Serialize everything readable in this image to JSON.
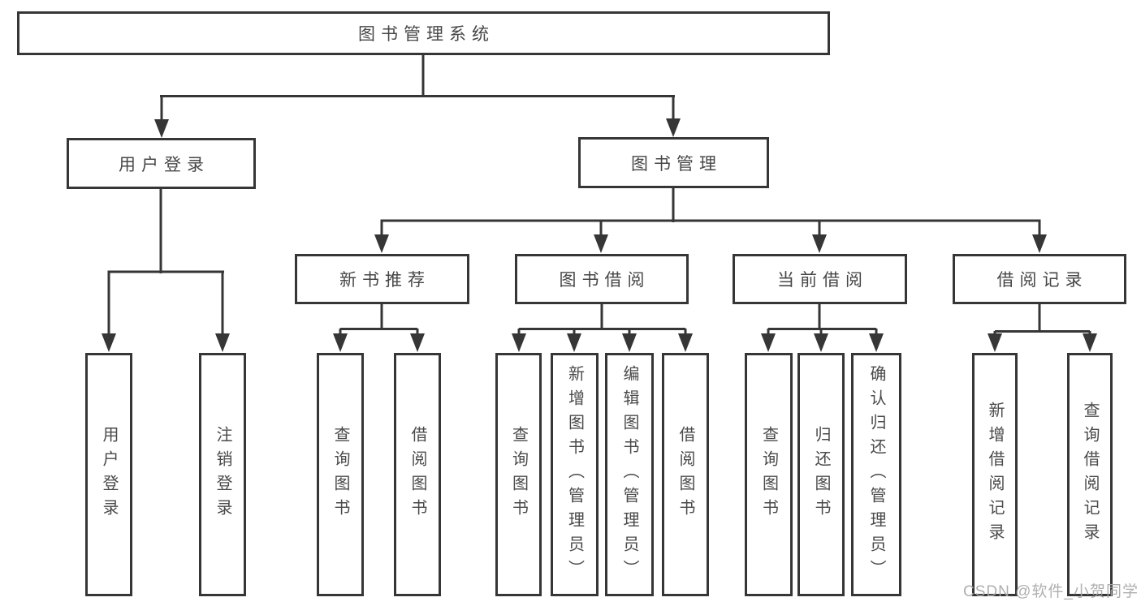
{
  "diagram": {
    "type": "hierarchy-tree",
    "colors": {
      "background": "#ffffff",
      "box_border": "#363636",
      "connector_line": "#363636",
      "box_text": "#4a4a4a",
      "watermark_text": "#a8a8a8"
    }
  },
  "tree": {
    "label": "图书管理系统",
    "children": [
      {
        "label": "用户登录",
        "children": [
          {
            "label": "用户登录"
          },
          {
            "label": "注销登录"
          }
        ]
      },
      {
        "label": "图书管理",
        "children": [
          {
            "label": "新书推荐",
            "children": [
              {
                "label": "查询图书"
              },
              {
                "label": "借阅图书"
              }
            ]
          },
          {
            "label": "图书借阅",
            "children": [
              {
                "label": "查询图书"
              },
              {
                "label": "新增图书（管理员）"
              },
              {
                "label": "编辑图书（管理员）"
              },
              {
                "label": "借阅图书"
              }
            ]
          },
          {
            "label": "当前借阅",
            "children": [
              {
                "label": "查询图书"
              },
              {
                "label": "归还图书"
              },
              {
                "label": "确认归还（管理员）"
              }
            ]
          },
          {
            "label": "借阅记录",
            "children": [
              {
                "label": "新增借阅记录"
              },
              {
                "label": "查询借阅记录"
              }
            ]
          }
        ]
      }
    ]
  },
  "watermark": {
    "text": "CSDN @软件_小贺同学"
  }
}
